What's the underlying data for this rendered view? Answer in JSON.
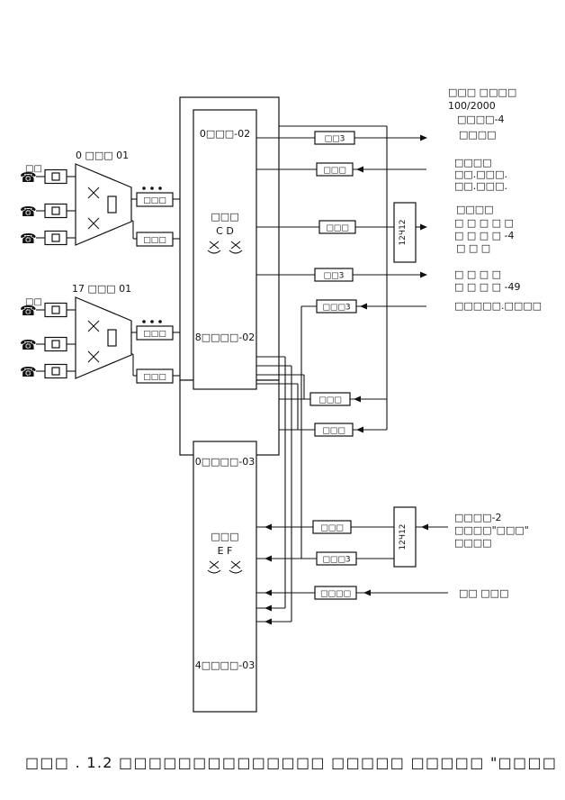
{
  "icons": {
    "telephone": "☎"
  },
  "left": {
    "group1": {
      "label": "□□",
      "title": "0 □□□ 01",
      "out1": "□□□",
      "out2": "□□□"
    },
    "group2": {
      "label": "□□",
      "title": "17 □□□ 01",
      "out1": "□□□",
      "out2": "□□□"
    }
  },
  "blocks": {
    "upper": {
      "top": "0□□□-02",
      "name": "□□□",
      "letters": "C D",
      "bottom": "8□□□□-02"
    },
    "lower": {
      "top": "0□□□□-03",
      "name": "□□□",
      "letters": "E F",
      "bottom": "4□□□□-03"
    }
  },
  "components": {
    "k1": "□□3",
    "k2": "□□□",
    "k3": "□□□",
    "k4": "□□3",
    "k5": "□□□3",
    "k6": "□□□",
    "k7": "□□□",
    "k8": "□□□",
    "k9": "□□□3",
    "k10": "□□□□",
    "mux_upper": "12Ч12",
    "mux_lower": "12Ч12"
  },
  "labels": {
    "g1": [
      "□□□ □□□□",
      "100/2000",
      "□□□□-4",
      "□□□□"
    ],
    "g2": [
      "□□□□",
      "□□.□□□.",
      "□□.□□□."
    ],
    "g3": [
      "□□□□",
      "□ □ □ □ □",
      "□ □ □ □ -4",
      "□ □ □"
    ],
    "g4": [
      "□ □ □ □",
      "□ □ □ □ -49"
    ],
    "g5": [
      "□□□□□.□□□□"
    ],
    "g6": [
      "□□□□-2",
      "□□□□\"□□□\"",
      "□□□□"
    ],
    "g7": [
      "□□ □□□"
    ]
  },
  "caption": "□□□ . 1.2 □□□□□□□□□□□□□□ □□□□□ □□□□□ \"□□□□"
}
